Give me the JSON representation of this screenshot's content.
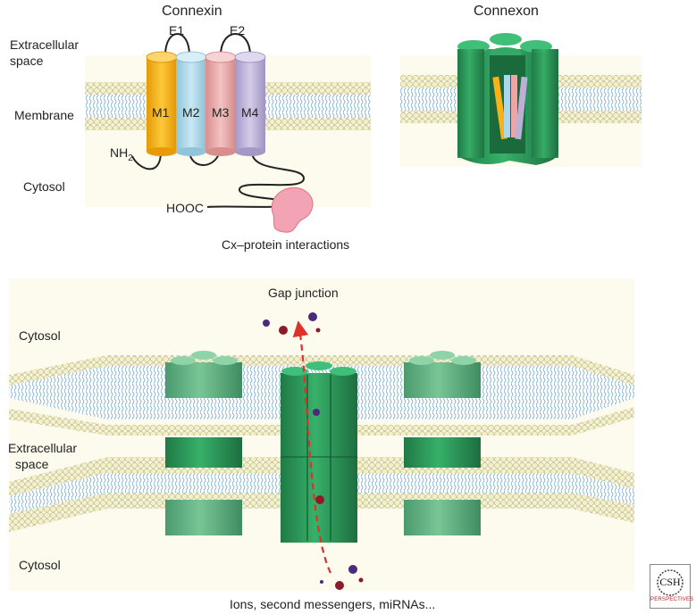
{
  "top_left": {
    "title": "Connexin",
    "extracellular": [
      "Extracellular",
      "space"
    ],
    "membrane": "Membrane",
    "cytosol": "Cytosol",
    "loops": [
      "E1",
      "E2"
    ],
    "segments": [
      "M1",
      "M2",
      "M3",
      "M4"
    ],
    "nterm": "NH",
    "nterm_sub": "2",
    "cterm": "HOOC",
    "interaction": "Cx–protein interactions"
  },
  "top_right": {
    "title": "Connexon"
  },
  "bottom": {
    "title": "Gap junction",
    "cytosol_top": "Cytosol",
    "extracellular": [
      "Extracellular",
      "space"
    ],
    "cytosol_bottom": "Cytosol",
    "caption": "Ions, second messengers, miRNAs..."
  },
  "logo": {
    "name": "CSH",
    "sub": "PERSPECTIVES"
  },
  "colors": {
    "m1": "#f7b21a",
    "m2": "#a9d8ec",
    "m3": "#e9a7a7",
    "m4": "#bcb0d8",
    "connexon": "#2e9d5f",
    "lipid_head": "#f4f0c6",
    "lipid_tail": "#6aa3cc",
    "arrow": "#e0302a",
    "molecule_purple": "#4b2a7a",
    "molecule_red": "#8b1a2a"
  }
}
